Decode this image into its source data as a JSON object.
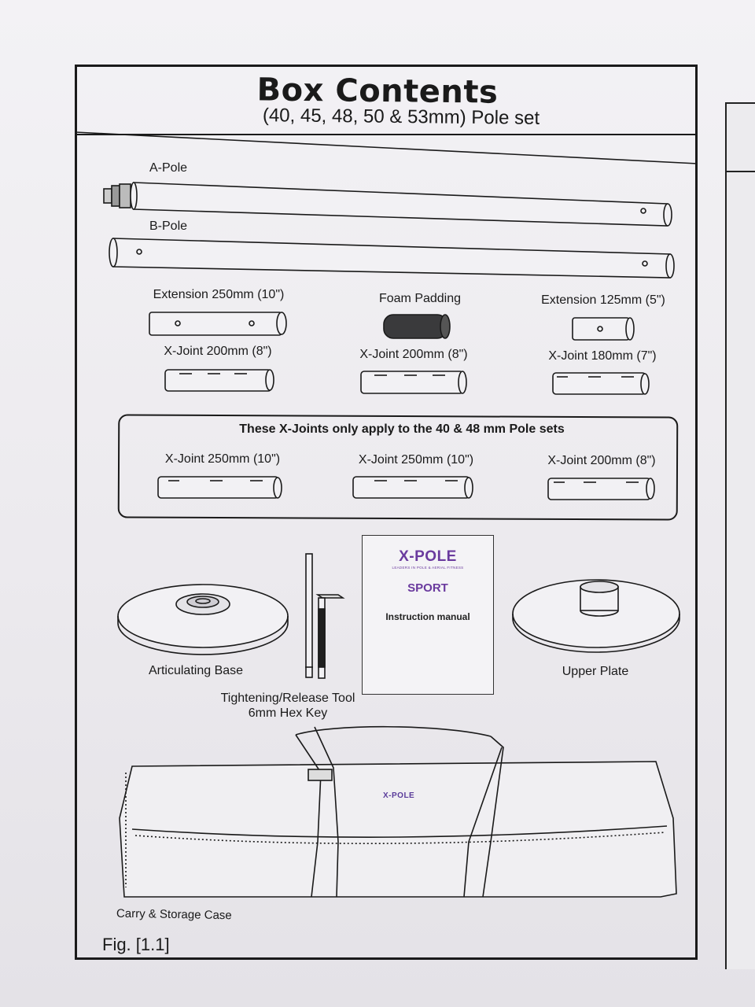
{
  "header": {
    "title": "Box Contents",
    "subtitle": "(40, 45, 48, 50 & 53mm) Pole set"
  },
  "poles": {
    "a_pole": "A-Pole",
    "b_pole": "B-Pole"
  },
  "row1": {
    "extension_250": "Extension 250mm (10\")",
    "foam_padding": "Foam Padding",
    "extension_125": "Extension 125mm (5\")"
  },
  "row2": {
    "xjoint_left": "X-Joint 200mm (8\")",
    "xjoint_middle": "X-Joint 200mm (8\")",
    "xjoint_right": "X-Joint 180mm (7\")"
  },
  "xjoint_box": {
    "note": "These X-Joints only apply to the 40 & 48 mm Pole sets",
    "items": [
      "X-Joint 250mm (10\")",
      "X-Joint 250mm (10\")",
      "X-Joint 200mm (8\")"
    ]
  },
  "accessories": {
    "base": "Articulating Base",
    "tool_line1": "Tightening/Release Tool",
    "tool_line2": "6mm Hex Key",
    "upper_plate": "Upper Plate"
  },
  "manual": {
    "brand": "X-POLE",
    "tagline": "LEADERS IN POLE & AERIAL FITNESS",
    "edition": "SPORT",
    "label": "Instruction manual"
  },
  "case": {
    "label": "Carry & Storage Case",
    "logo_text": "X-POLE"
  },
  "figure": {
    "label": "Fig. [1.1]"
  },
  "colors": {
    "accent_purple": "#6a3a9e",
    "line": "#1a1a1a",
    "foam": "#3a3a3c"
  }
}
